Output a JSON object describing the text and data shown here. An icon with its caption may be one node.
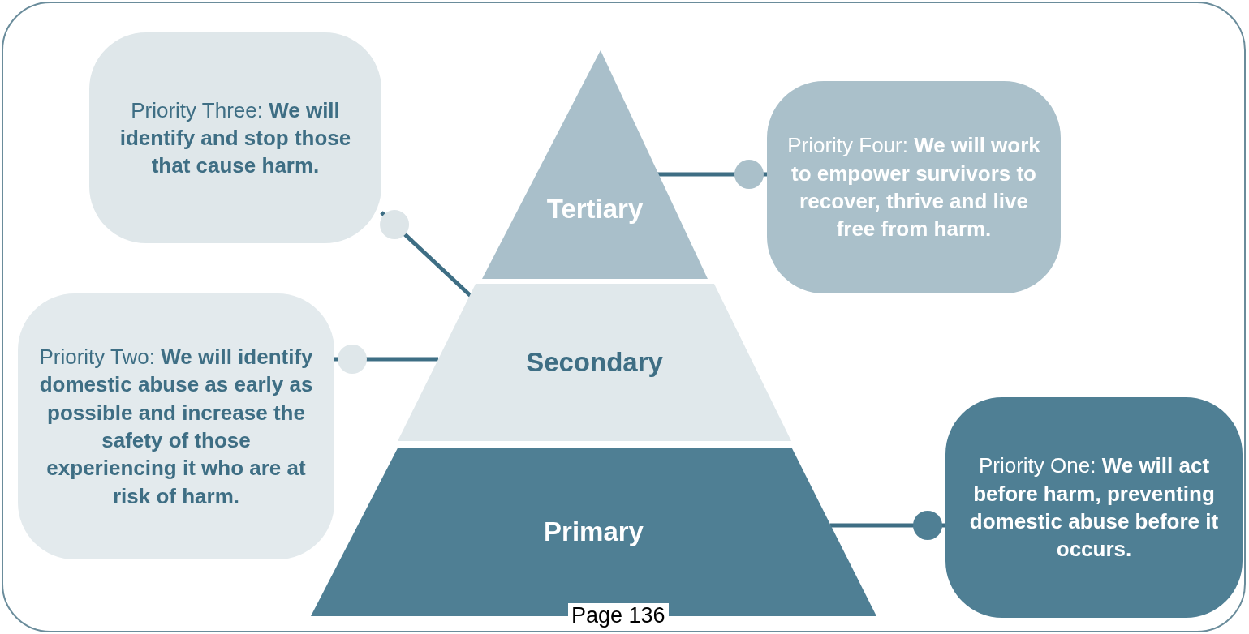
{
  "diagram": {
    "nodes": [
      {
        "text": [
          "Priority Three: **We will identify and stop those that cause harm.**"
        ]
      },
      {
        "text": [
          "Tertiary"
        ]
      },
      {
        "text": [
          "Priority Four: **We will work to empower survivors to recover, thrive and live free from harm.**"
        ]
      },
      {
        "text": [
          "Secondary"
        ]
      },
      {
        "text": [
          "Priority Two: **We will identify domestic abuse as early as possible and increase the safety of those experiencing it who are at risk of harm.**"
        ]
      },
      {
        "text": [
          "Primary"
        ]
      },
      {
        "text": [
          "Priority One: **We will act before harm, preventing domestic abuse before it occurs.**"
        ]
      }
    ],
    "edges": [
      {
        "from": 0,
        "to": 3,
        "arrow": "other"
      },
      {
        "from": 2,
        "to": 1,
        "arrow": "other"
      },
      {
        "from": 4,
        "to": 3,
        "arrow": "other"
      },
      {
        "from": 6,
        "to": 5,
        "arrow": "other"
      }
    ],
    "labels": [
      "Page 136"
    ]
  }
}
